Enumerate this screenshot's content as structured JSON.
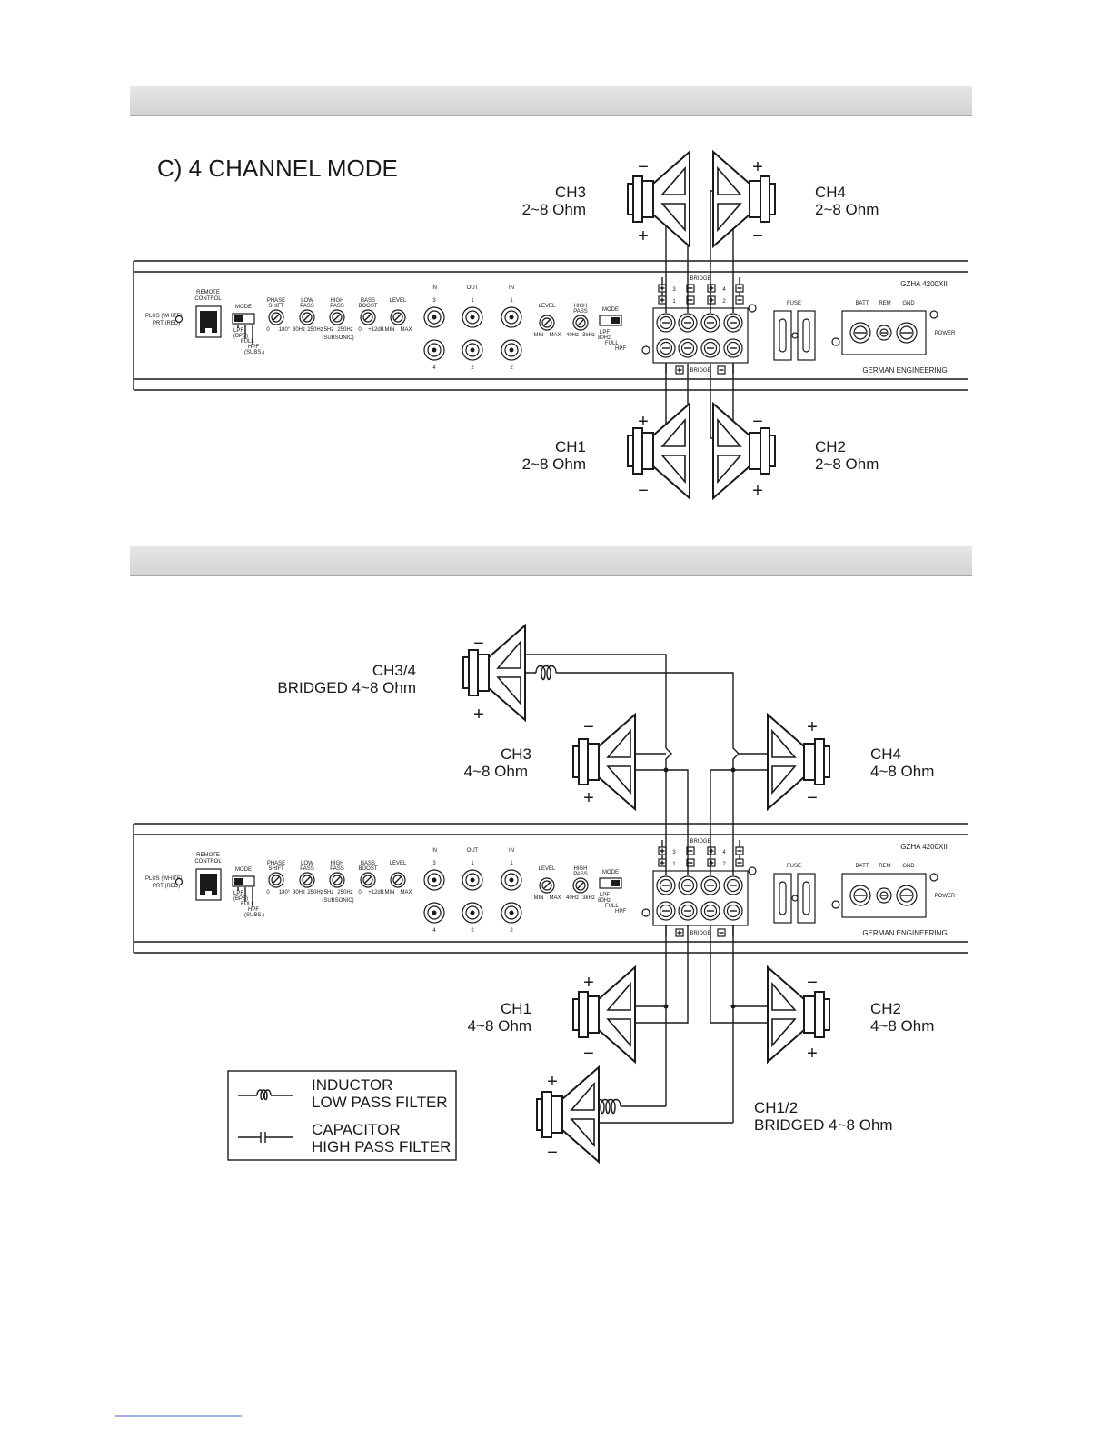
{
  "section_c": {
    "title": "C) 4 CHANNEL MODE",
    "speakers": {
      "ch3": {
        "name": "CH3",
        "impedance": "2~8 Ohm",
        "top": "−",
        "bottom": "+"
      },
      "ch4": {
        "name": "CH4",
        "impedance": "2~8 Ohm",
        "top": "+",
        "bottom": "−"
      },
      "ch1": {
        "name": "CH1",
        "impedance": "2~8 Ohm",
        "top": "+",
        "bottom": "−"
      },
      "ch2": {
        "name": "CH2",
        "impedance": "2~8 Ohm",
        "top": "−",
        "bottom": "+"
      }
    }
  },
  "section_d": {
    "speakers": {
      "ch34": {
        "name": "CH3/4",
        "impedance": "BRIDGED 4~8 Ohm",
        "top": "−",
        "bottom": "+"
      },
      "ch3": {
        "name": "CH3",
        "impedance": "4~8 Ohm",
        "top": "−",
        "bottom": "+"
      },
      "ch4": {
        "name": "CH4",
        "impedance": "4~8 Ohm",
        "top": "+",
        "bottom": "−"
      },
      "ch1": {
        "name": "CH1",
        "impedance": "4~8 Ohm",
        "top": "+",
        "bottom": "−"
      },
      "ch2": {
        "name": "CH2",
        "impedance": "4~8 Ohm",
        "top": "−",
        "bottom": "+"
      },
      "ch12": {
        "name": "CH1/2",
        "impedance": "BRIDGED 4~8 Ohm",
        "top": "+",
        "bottom": "−"
      }
    },
    "legend": {
      "inductor_line1": "INDUCTOR",
      "inductor_line2": "LOW PASS FILTER",
      "capacitor_line1": "CAPACITOR",
      "capacitor_line2": "HIGH PASS FILTER"
    }
  },
  "amplifier": {
    "model": "GZHA 4200XII",
    "brand_line": "GERMAN ENGINEERING",
    "remote_control": [
      "REMOTE",
      "CONTROL"
    ],
    "led_labels": [
      "PLUS (WHITE)",
      "PRT (RED)"
    ],
    "mode_left": {
      "label": "MODE",
      "lpf": "LPF",
      "bps": "(BPS)",
      "full": "FULL",
      "hpf": "HPF",
      "subs": "(SUBS.)"
    },
    "knobs": [
      {
        "label1": "PHASE",
        "label2": "SHIFT",
        "min": "0",
        "max": "180°"
      },
      {
        "label1": "LOW",
        "label2": "PASS",
        "min": "30Hz",
        "max": "250Hz"
      },
      {
        "label1": "HIGH",
        "label2": "PASS",
        "min": "5Hz",
        "max": "250Hz"
      },
      {
        "label1": "BASS",
        "label2": "BOOST",
        "min": "0",
        "max": "+12dB"
      },
      {
        "label1": "LEVEL",
        "label2": "",
        "min": "MIN",
        "max": "MAX"
      }
    ],
    "subsonic": "(SUBSONIC)",
    "rca_cols": [
      {
        "top": "IN",
        "sub": "3",
        "bottom": "4"
      },
      {
        "top": "OUT",
        "sub": "1",
        "bottom": "2"
      },
      {
        "top": "IN",
        "sub": "1",
        "bottom": "2"
      }
    ],
    "right_knobs": [
      {
        "label1": "LEVEL",
        "label2": "",
        "min": "MIN",
        "max": "MAX"
      },
      {
        "label1": "HIGH",
        "label2": "PASS",
        "min": "40Hz",
        "max": "3kHz"
      }
    ],
    "mode_right": {
      "label": "MODE",
      "lpf": "LPF",
      "bps": "80Hz",
      "full": "FULL",
      "hpf": "HPF"
    },
    "bridge": "BRIDGE",
    "term_top": [
      "3",
      "4"
    ],
    "term_bottom": [
      "1",
      "2"
    ],
    "fuse": "FUSE",
    "power_labels": [
      "BATT",
      "REM",
      "GND"
    ],
    "power": "POWER"
  }
}
